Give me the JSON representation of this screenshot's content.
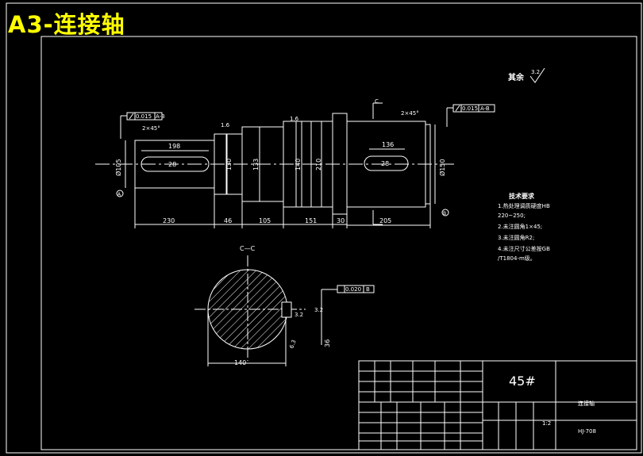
{
  "title": "A3-连接轴",
  "roughness": {
    "label": "其余",
    "value": "3.2"
  },
  "shaft_dims": {
    "d_left": "Ø105",
    "d_mid1": "130",
    "d_mid2": "133",
    "d_mid3": "140",
    "d_mid4": "210",
    "d_right": "Ø150",
    "keyway_left_len": "198",
    "keyway_left_w": "28",
    "keyway_right_len": "136",
    "keyway_right_w": "28",
    "len1": "230",
    "len2": "46",
    "len3": "105",
    "len4": "151",
    "len5": "30",
    "len6": "205",
    "chamfer_left": "2×45°",
    "chamfer_right": "2×45°",
    "rough_a": "1.6",
    "rough_b": "1.6"
  },
  "tolerances": {
    "left": {
      "value": "0.015",
      "datum": "A-B"
    },
    "right": {
      "value": "0.015",
      "datum": "A-B"
    },
    "section": {
      "value": "0.020",
      "datum": "B"
    }
  },
  "datums": {
    "a": "A",
    "b": "B"
  },
  "section_view": {
    "label": "C—C",
    "cut_marker": "C",
    "dim_width": "140",
    "dim_height": "36",
    "rough_a": "3.2",
    "rough_b": "3.2",
    "rough_c": "6.3"
  },
  "tech_requirements": {
    "heading": "技术要求",
    "items": [
      "1.热处理调质硬度HB",
      "  220~250;",
      "2.未注圆角1×45;",
      "3.未注圆角R2;",
      "4.未注尺寸公差按GB",
      "  /T1804-m级。"
    ]
  },
  "title_block": {
    "material": "45#",
    "part_name": "连接轴",
    "scale": "1:2",
    "drawing_no": "HJ-708"
  }
}
